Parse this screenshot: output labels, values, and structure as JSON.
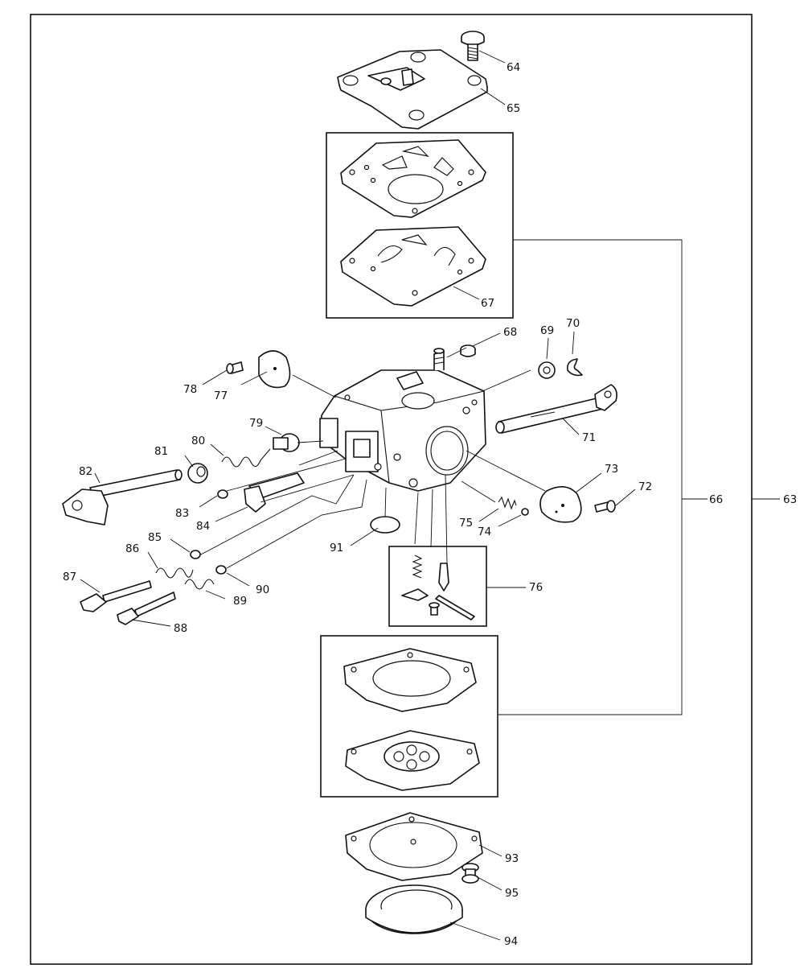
{
  "callouts": {
    "p63": "63",
    "p64": "64",
    "p65": "65",
    "p66": "66",
    "p67": "67",
    "p68": "68",
    "p69": "69",
    "p70": "70",
    "p71": "71",
    "p72": "72",
    "p73": "73",
    "p74": "74",
    "p75": "75",
    "p76": "76",
    "p77": "77",
    "p78": "78",
    "p79": "79",
    "p80": "80",
    "p81": "81",
    "p82": "82",
    "p83": "83",
    "p84": "84",
    "p85": "85",
    "p86": "86",
    "p87": "87",
    "p88": "88",
    "p89": "89",
    "p90": "90",
    "p91": "91",
    "p93": "93",
    "p94": "94",
    "p95": "95"
  }
}
